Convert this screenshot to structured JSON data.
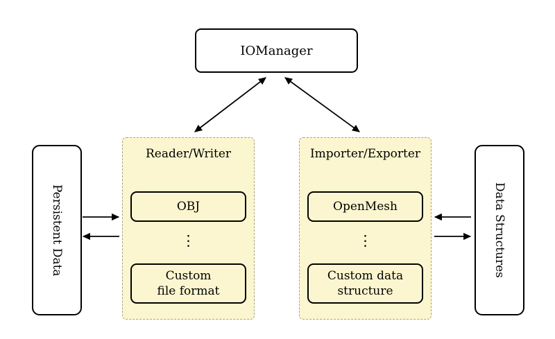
{
  "colors": {
    "background": "#ffffff",
    "panel_fill": "#fbf6cf",
    "panel_border": "#a8a383",
    "box_border": "#000000",
    "arrow": "#000000"
  },
  "nodes": {
    "iomanager": "IOManager",
    "persistent_data": "Persistent Data",
    "data_structures": "Data Structures"
  },
  "panels": {
    "reader_writer": {
      "title": "Reader/Writer",
      "dots": "⋮",
      "items": [
        {
          "line1": "OBJ"
        },
        {
          "line1": "Custom",
          "line2": "file format"
        }
      ]
    },
    "importer_exporter": {
      "title": "Importer/Exporter",
      "dots": "⋮",
      "items": [
        {
          "line1": "OpenMesh"
        },
        {
          "line1": "Custom data",
          "line2": "structure"
        }
      ]
    }
  }
}
